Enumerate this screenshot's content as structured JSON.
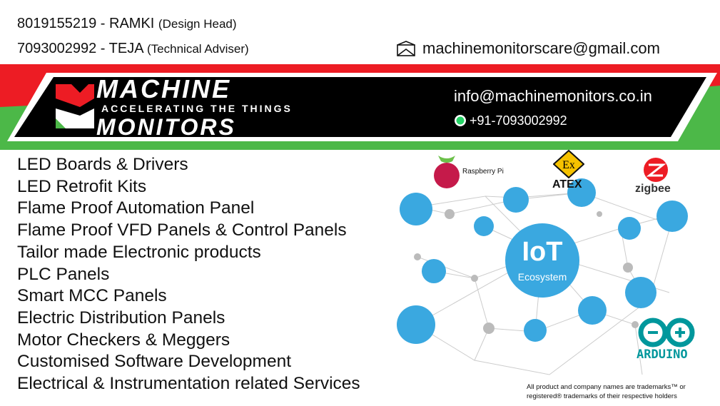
{
  "contacts": [
    {
      "phone": "8019155219",
      "name": "RAMKI",
      "role": "(Design Head)"
    },
    {
      "phone": "7093002992",
      "name": "TEJA",
      "role": "(Technical Adviser)"
    }
  ],
  "email_top": "machinemonitorscare@gmail.com",
  "banner": {
    "logo_line1": "MACHINE",
    "tagline": "ACCELERATING THE THINGS",
    "logo_line2": "MONITORS",
    "email": "info@machinemonitors.co.in",
    "whatsapp": "+91-7093002992"
  },
  "services": [
    "LED Boards & Drivers",
    "LED Retrofit Kits",
    "Flame Proof Automation Panel",
    "Flame Proof VFD Panels & Control Panels",
    "Tailor made Electronic products",
    "PLC Panels",
    "Smart MCC Panels",
    "Electric Distribution Panels",
    "Motor Checkers & Meggers",
    "Customised Software Development",
    "Electrical & Instrumentation related Services"
  ],
  "logos": {
    "raspberry": "Raspberry Pi",
    "atex": "ATEX",
    "atex_mark": "Ex",
    "zigbee": "zigbee",
    "arduino": "ARDUINO"
  },
  "iot": {
    "line1": "IoT",
    "line2": "Ecosystem"
  },
  "disclaimer": {
    "line1": "All product and company names are trademarks™ or",
    "line2": "registered® trademarks of their respective holders"
  },
  "colors": {
    "red": "#ed1c24",
    "green": "#4cb848",
    "blue": "#3aa8e0"
  }
}
